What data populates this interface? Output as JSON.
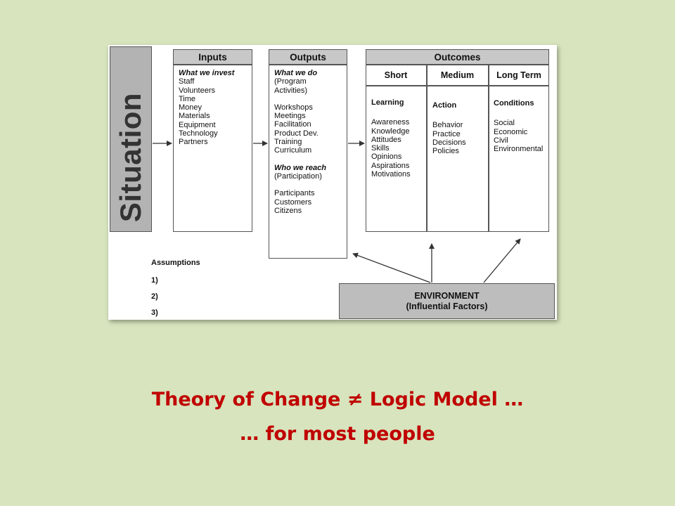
{
  "diagram": {
    "situation": "Situation",
    "inputs": {
      "header": "Inputs",
      "subheader": "What we invest",
      "items": [
        "Staff",
        "Volunteers",
        "Time",
        "Money",
        "Materials",
        "Equipment",
        "Technology",
        "Partners"
      ]
    },
    "outputs": {
      "header": "Outputs",
      "subheader1": "What we do",
      "note1": "(Program Activities)",
      "items1": [
        "Workshops",
        "Meetings",
        "Facilitation",
        "Product Dev.",
        "Training",
        "Curriculum"
      ],
      "subheader2": "Who we reach",
      "note2": "(Participation)",
      "items2": [
        "Participants",
        "Customers",
        "Citizens"
      ]
    },
    "outcomes": {
      "header": "Outcomes",
      "short": {
        "label": "Short",
        "heading": "Learning",
        "items": [
          "Awareness",
          "Knowledge",
          "Attitudes",
          "Skills",
          "Opinions",
          "Aspirations",
          "Motivations"
        ]
      },
      "medium": {
        "label": "Medium",
        "heading": "Action",
        "items": [
          "Behavior",
          "Practice",
          "Decisions",
          "Policies"
        ]
      },
      "long": {
        "label": "Long Term",
        "heading": "Conditions",
        "items": [
          "Social",
          "Economic",
          "Civil",
          "Environmental"
        ]
      }
    },
    "assumptions": {
      "title": "Assumptions",
      "items": [
        "1)",
        "2)",
        "3)"
      ]
    },
    "environment": {
      "line1": "ENVIRONMENT",
      "line2": "(Influential Factors)"
    }
  },
  "caption": {
    "line1": "Theory of Change  ≠  Logic Model …",
    "line2": "… for most people"
  },
  "colors": {
    "background": "#d7e4bd",
    "caption": "#c00000"
  }
}
